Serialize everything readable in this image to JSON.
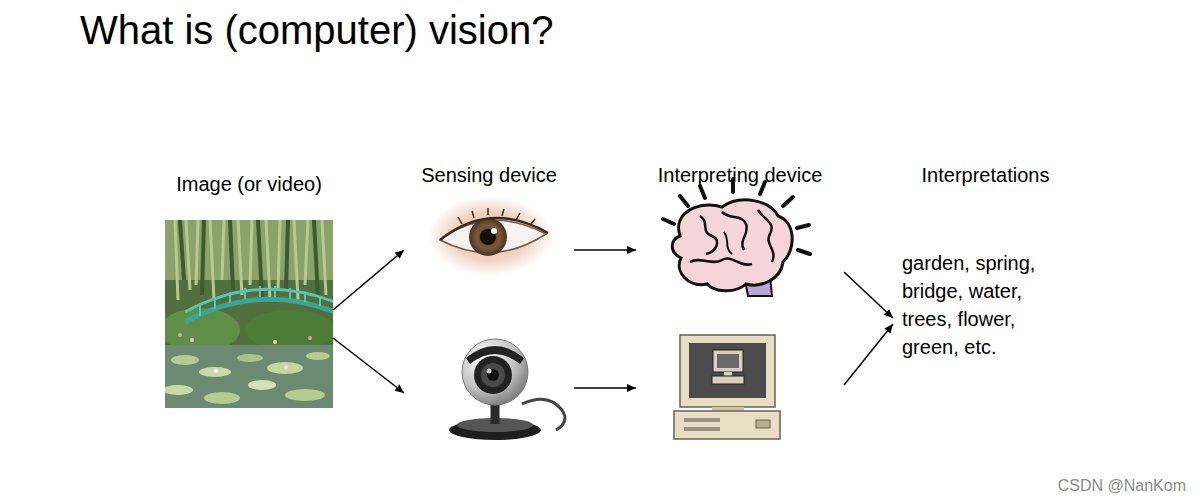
{
  "diagram": {
    "title": "What is (computer) vision?",
    "nodes": [
      {
        "text": [
          "Image (or video)"
        ]
      },
      {
        "text": [
          "Sensing device"
        ]
      },
      {
        "text": [
          "Interpreting device"
        ]
      },
      {
        "text": [
          "Interpretations",
          "garden, spring, bridge, water, trees, flower, green, etc."
        ]
      }
    ],
    "edges": [
      {
        "from": 0,
        "to": 1,
        "arrow": "to"
      },
      {
        "from": 0,
        "to": 1,
        "arrow": "to"
      },
      {
        "from": 1,
        "to": 2,
        "arrow": "to"
      },
      {
        "from": 1,
        "to": 2,
        "arrow": "to"
      },
      {
        "from": 2,
        "to": 3,
        "arrow": "to"
      },
      {
        "from": 2,
        "to": 3,
        "arrow": "to"
      }
    ],
    "labels": [
      "CSDN @NanKom"
    ]
  }
}
